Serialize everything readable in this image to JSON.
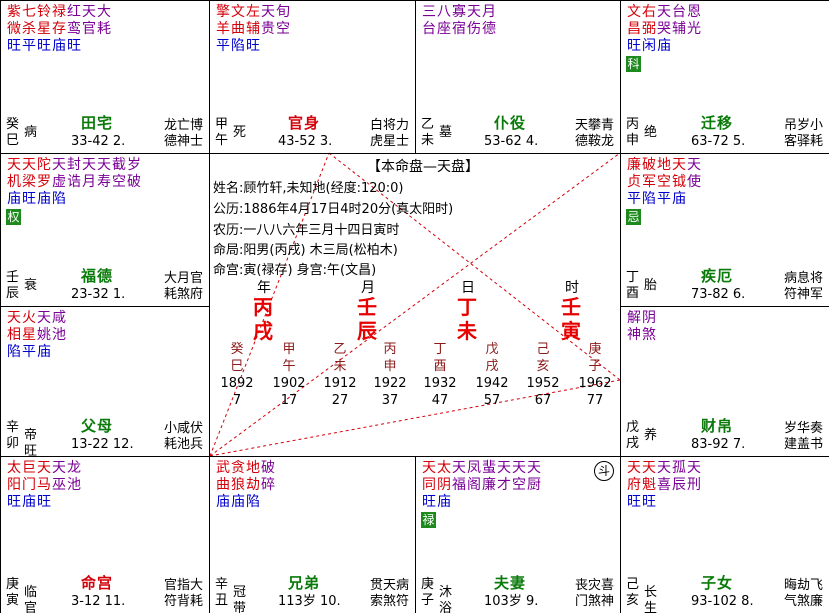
{
  "palaces": [
    {
      "id": "tianzhai",
      "stars": [
        [
          "紫",
          "微",
          "red"
        ],
        [
          "七",
          "杀",
          "red"
        ],
        [
          "铃",
          "星",
          "red"
        ],
        [
          "禄",
          "存",
          "red"
        ],
        [
          "红",
          "鸾",
          "pur"
        ],
        [
          "天",
          "官",
          "pur"
        ],
        [
          "大",
          "耗",
          "pur"
        ]
      ],
      "brightness": [
        "旺",
        "平",
        "旺",
        "庙",
        "旺"
      ],
      "badge": "",
      "stem": "癸",
      "branch": "巳",
      "changsheng": "病",
      "name": "田宅",
      "name_color": "green",
      "range": "33-42",
      "idx": "2.",
      "side1": "龙亡博",
      "side2": "德神士"
    },
    {
      "id": "guanshen",
      "stars": [
        [
          "擎",
          "羊",
          "red"
        ],
        [
          "文",
          "曲",
          "red"
        ],
        [
          "左",
          "辅",
          "red"
        ],
        [
          "天",
          "贵",
          "pur"
        ],
        [
          "旬",
          "空",
          "pur"
        ]
      ],
      "brightness": [
        "平",
        "陷",
        "旺"
      ],
      "badge": "",
      "stem": "甲",
      "branch": "午",
      "changsheng": "死",
      "name": "官身",
      "name_color": "red",
      "range": "43-52",
      "idx": "3.",
      "side1": "白将力",
      "side2": "虎星士"
    },
    {
      "id": "puyi",
      "stars": [
        [
          "三",
          "台",
          "pur"
        ],
        [
          "八",
          "座",
          "pur"
        ],
        [
          "寡",
          "宿",
          "pur"
        ],
        [
          "天",
          "伤",
          "pur"
        ],
        [
          "月",
          "德",
          "pur"
        ]
      ],
      "brightness": [],
      "badge": "",
      "stem": "乙",
      "branch": "未",
      "changsheng": "墓",
      "name": "仆役",
      "name_color": "green",
      "range": "53-62",
      "idx": "4.",
      "side1": "天攀青",
      "side2": "德鞍龙"
    },
    {
      "id": "qianyi",
      "stars": [
        [
          "文",
          "昌",
          "red"
        ],
        [
          "右",
          "弼",
          "red"
        ],
        [
          "天",
          "哭",
          "pur"
        ],
        [
          "台",
          "辅",
          "pur"
        ],
        [
          "恩",
          "光",
          "pur"
        ]
      ],
      "brightness": [
        "旺",
        "闲",
        "庙"
      ],
      "badge": "科",
      "stem": "丙",
      "branch": "申",
      "changsheng": "绝",
      "name": "迁移",
      "name_color": "green",
      "range": "63-72",
      "idx": "5.",
      "side1": "吊岁小",
      "side2": "客驿耗"
    },
    {
      "id": "fude",
      "stars": [
        [
          "天",
          "机",
          "red"
        ],
        [
          "天",
          "梁",
          "red"
        ],
        [
          "陀",
          "罗",
          "red"
        ],
        [
          "天",
          "虚",
          "pur"
        ],
        [
          "封",
          "诰",
          "pur"
        ],
        [
          "天",
          "月",
          "pur"
        ],
        [
          "天",
          "寿",
          "pur"
        ],
        [
          "截",
          "空",
          "pur"
        ],
        [
          "岁",
          "破",
          "pur"
        ]
      ],
      "brightness": [
        "庙",
        "旺",
        "庙",
        "陷"
      ],
      "badge": "权",
      "stem": "壬",
      "branch": "辰",
      "changsheng": "衰",
      "name": "福德",
      "name_color": "green",
      "range": "23-32",
      "idx": "1.",
      "side1": "大月官",
      "side2": "耗煞府"
    },
    {
      "id": "jie",
      "stars": [
        [
          "廉",
          "贞",
          "red"
        ],
        [
          "破",
          "军",
          "red"
        ],
        [
          "地",
          "空",
          "red"
        ],
        [
          "天",
          "钺",
          "red"
        ],
        [
          "天",
          "使",
          "pur"
        ]
      ],
      "brightness": [
        "平",
        "陷",
        "平",
        "庙"
      ],
      "badge": "忌",
      "stem": "丁",
      "branch": "酉",
      "changsheng": "胎",
      "name": "疾厄",
      "name_color": "green",
      "range": "73-82",
      "idx": "6.",
      "side1": "病息将",
      "side2": "符神军"
    },
    {
      "id": "fumu",
      "stars": [
        [
          "天",
          "相",
          "red"
        ],
        [
          "火",
          "星",
          "red"
        ],
        [
          "天",
          "姚",
          "pur"
        ],
        [
          "咸",
          "池",
          "pur"
        ]
      ],
      "brightness": [
        "陷",
        "平",
        "庙"
      ],
      "badge": "",
      "stem": "辛",
      "branch": "卯",
      "changsheng": "帝旺",
      "name": "父母",
      "name_color": "green",
      "range": "13-22",
      "idx": "12.",
      "side1": "小咸伏",
      "side2": "耗池兵"
    },
    {
      "id": "caibo",
      "stars": [
        [
          "解",
          "神",
          "pur"
        ],
        [
          "阴",
          "煞",
          "pur"
        ]
      ],
      "brightness": [],
      "badge": "",
      "stem": "戊",
      "branch": "戌",
      "changsheng": "养",
      "name": "财帛",
      "name_color": "green",
      "range": "83-92",
      "idx": "7.",
      "side1": "岁华奏",
      "side2": "建盖书"
    },
    {
      "id": "minggong",
      "stars": [
        [
          "太",
          "阳",
          "red"
        ],
        [
          "巨",
          "门",
          "red"
        ],
        [
          "天",
          "马",
          "red"
        ],
        [
          "天",
          "巫",
          "pur"
        ],
        [
          "龙",
          "池",
          "pur"
        ]
      ],
      "brightness": [
        "旺",
        "庙",
        "旺"
      ],
      "badge": "",
      "stem": "庚",
      "branch": "寅",
      "changsheng": "临官",
      "name": "命宫",
      "name_color": "red",
      "range": "3-12",
      "idx": "11.",
      "side1": "官指大",
      "side2": "符背耗"
    },
    {
      "id": "xiongdi",
      "stars": [
        [
          "武",
          "曲",
          "red"
        ],
        [
          "贪",
          "狼",
          "red"
        ],
        [
          "地",
          "劫",
          "red"
        ],
        [
          "破",
          "碎",
          "pur"
        ]
      ],
      "brightness": [
        "庙",
        "庙",
        "陷"
      ],
      "badge": "",
      "stem": "辛",
      "branch": "丑",
      "changsheng": "冠带",
      "name": "兄弟",
      "name_color": "green",
      "range": "113岁",
      "idx": "10.",
      "side1": "贯天病",
      "side2": "索煞符"
    },
    {
      "id": "fuqi",
      "stars": [
        [
          "天",
          "同",
          "red"
        ],
        [
          "太",
          "阴",
          "red"
        ],
        [
          "天",
          "福",
          "pur"
        ],
        [
          "凤",
          "阁",
          "pur"
        ],
        [
          "蜚",
          "廉",
          "pur"
        ],
        [
          "天",
          "才",
          "pur"
        ],
        [
          "天",
          "空",
          "pur"
        ],
        [
          "天",
          "厨",
          "pur"
        ]
      ],
      "brightness": [
        "旺",
        "庙"
      ],
      "badge": "禄",
      "stem": "庚",
      "branch": "子",
      "changsheng": "沐浴",
      "name": "夫妻",
      "name_color": "green",
      "range": "103岁",
      "idx": "9.",
      "side1": "丧灾喜",
      "side2": "门煞神",
      "circle": "斗"
    },
    {
      "id": "zinv",
      "stars": [
        [
          "天",
          "府",
          "red"
        ],
        [
          "天",
          "魁",
          "red"
        ],
        [
          "天",
          "喜",
          "pur"
        ],
        [
          "孤",
          "辰",
          "pur"
        ],
        [
          "天",
          "刑",
          "pur"
        ]
      ],
      "brightness": [
        "旺",
        "旺"
      ],
      "badge": "",
      "stem": "己",
      "branch": "亥",
      "changsheng": "长生",
      "name": "子女",
      "name_color": "green",
      "range": "93-102",
      "idx": "8.",
      "side1": "晦劫飞",
      "side2": "气煞廉"
    }
  ],
  "center": {
    "title": "【本命盘—天盘】",
    "info": [
      "姓名:顾竹轩,未知地(经度:120:0)",
      "公历:1886年4月17日4时20分(真太阳时)",
      "农历:一八八六年三月十四日寅时",
      "命局:阳男(丙戌)    木三局(松柏木)",
      "命宫:寅(禄存)      身宫:午(文昌)"
    ],
    "pillar_labels": [
      "年",
      "月",
      "日",
      "时"
    ],
    "pillars": [
      [
        "丙",
        "戌"
      ],
      [
        "壬",
        "辰"
      ],
      [
        "丁",
        "未"
      ],
      [
        "壬",
        "寅"
      ]
    ],
    "dayun": [
      {
        "gz": [
          "癸",
          "巳"
        ],
        "year": "1892",
        "age": "7"
      },
      {
        "gz": [
          "甲",
          "午"
        ],
        "year": "1902",
        "age": "17"
      },
      {
        "gz": [
          "乙",
          "未"
        ],
        "year": "1912",
        "age": "27"
      },
      {
        "gz": [
          "丙",
          "申"
        ],
        "year": "1922",
        "age": "37"
      },
      {
        "gz": [
          "丁",
          "酉"
        ],
        "year": "1932",
        "age": "47"
      },
      {
        "gz": [
          "戊",
          "戌"
        ],
        "year": "1942",
        "age": "57"
      },
      {
        "gz": [
          "己",
          "亥"
        ],
        "year": "1952",
        "age": "67"
      },
      {
        "gz": [
          "庚",
          "子"
        ],
        "year": "1962",
        "age": "77"
      }
    ]
  },
  "colors": {
    "red": "#d4000a",
    "purple": "#7a0096",
    "blue": "#0000cc",
    "green": "#0a7a0a",
    "badge": "#1e8a1e",
    "pillar": "#e60000"
  }
}
